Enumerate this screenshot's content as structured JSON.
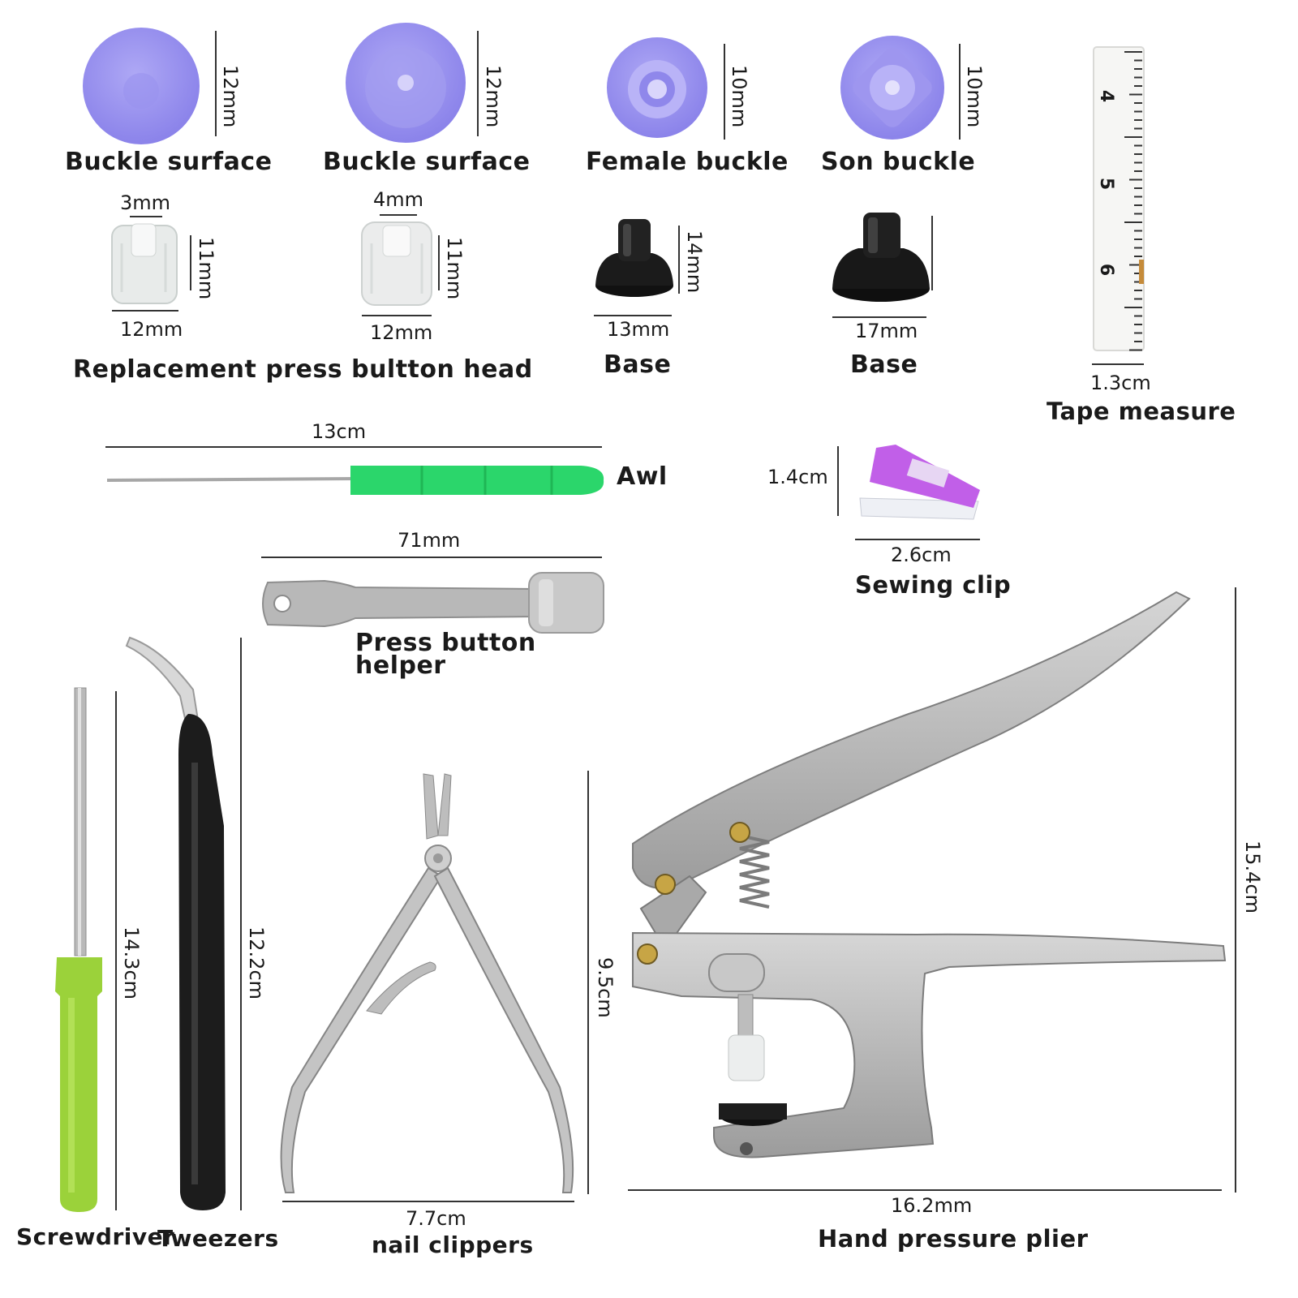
{
  "row1": {
    "items": [
      {
        "label": "Buckle surface",
        "dim": "12mm"
      },
      {
        "label": "Buckle surface",
        "dim": "12mm"
      },
      {
        "label": "Female buckle",
        "dim": "10mm"
      },
      {
        "label": "Son buckle",
        "dim": "10mm"
      }
    ]
  },
  "row2": {
    "head1": {
      "top": "3mm",
      "side": "11mm",
      "bottom": "12mm"
    },
    "head2": {
      "top": "4mm",
      "side": "11mm",
      "bottom": "12mm"
    },
    "heads_label": "Replacement press bultton head",
    "base1": {
      "side": "14mm",
      "bottom": "13mm",
      "label": "Base"
    },
    "base2": {
      "bottom": "17mm",
      "label": "Base"
    }
  },
  "tape": {
    "dim": "1.3cm",
    "label": "Tape measure",
    "marks": [
      "4",
      "5",
      "6"
    ]
  },
  "awl": {
    "dim": "13cm",
    "label": "Awl"
  },
  "clip": {
    "height": "1.4cm",
    "width": "2.6cm",
    "label": "Sewing clip"
  },
  "helper": {
    "dim": "71mm",
    "label_line1": "Press button",
    "label_line2": "helper"
  },
  "screwdriver": {
    "dim": "14.3cm",
    "label": "Screwdriver"
  },
  "tweezers": {
    "dim": "12.2cm",
    "label": "Tweezers"
  },
  "clippers": {
    "height": "9.5cm",
    "width": "7.7cm",
    "label": "nail clippers"
  },
  "plier": {
    "height": "15.4cm",
    "width": "16.2mm",
    "label": "Hand pressure plier"
  },
  "colors": {
    "purple": "#9b93ee",
    "green_handle": "#2bd66b",
    "lime_handle": "#9bd23a",
    "steel": "#b8b8b8",
    "clip_purple": "#c15fe8"
  }
}
